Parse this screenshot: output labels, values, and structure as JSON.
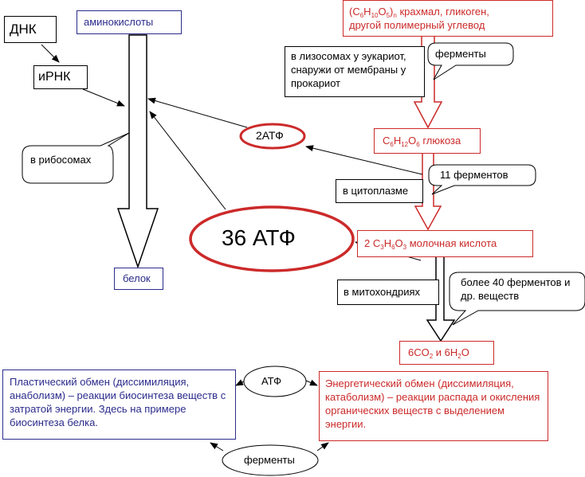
{
  "dnk": "ДНК",
  "irnk": "иРНК",
  "amino": "аминокислоты",
  "ribosome": "в рибосомах",
  "belok": "белок",
  "atf2": "2АТФ",
  "atf36": "36 АТФ",
  "polysaccharide": {
    "pre": "(C",
    "s1": "6",
    "h": "H",
    "s2": "10",
    "o": "O",
    "s3": "5",
    "post": ")",
    "sn": "n",
    "rest": " крахмал, гликоген,",
    "line2": "другой полимерный углевод"
  },
  "lysosome": "в лизосомах у эукариот, снаружи от мембраны у прокариот",
  "enzymes_top": "ферменты",
  "glucose": {
    "c": "C",
    "s1": "6",
    "h": "H",
    "s2": "12",
    "o": "O",
    "s3": "6",
    "name": " глюкоза"
  },
  "enzymes11": "11 ферментов",
  "cytoplasm": "в цитоплазме",
  "lactic": {
    "pre": "2 C",
    "s1": "3",
    "h": "H",
    "s2": "6",
    "o": "O",
    "s3": "3",
    "name": " молочная кислота"
  },
  "mitochondria": "в митохондриях",
  "enzymes40": "более 40 ферментов и др. веществ",
  "final": {
    "pre": "6CO",
    "s1": "2",
    "mid": " и 6H",
    "s2": "2",
    "post": "O"
  },
  "atf_bottom": "АТФ",
  "plastic": "Пластический обмен (диссимиляция, анаболизм) – реакции биосинтеза веществ с затратой энергии. Здесь на примере биосинтеза белка.",
  "energy": "Энергетический обмен (диссимиляция, катаболизм) – реакции распада и окисления органических веществ с выделением энергии.",
  "enzymes_bottom": "ферменты",
  "colors": {
    "red": "#cc2a2a",
    "blue": "#2b2b8c",
    "black": "#000000"
  }
}
